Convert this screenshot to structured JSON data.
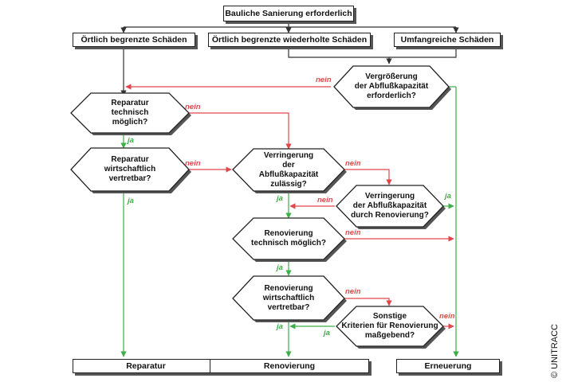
{
  "top": "Bauliche Sanierung erforderlich",
  "categories": [
    "Örtlich begrenzte Schäden",
    "Örtlich begrenzte wiederholte Schäden",
    "Umfangreiche Schäden"
  ],
  "decisions": {
    "vergroesserung": "Vergrößerung\nder Abflußkapazität\nerforderlich?",
    "rep_tech": "Reparatur\ntechnisch\nmöglich?",
    "rep_wirt": "Reparatur\nwirtschaftlich\nvertretbar?",
    "verr_zul": "Verringerung\nder\nAbflußkapazität\nzulässig?",
    "verr_renov": "Verringerung\nder Abflußkapazität\ndurch Renovierung?",
    "renov_tech": "Renovierung\ntechnisch möglich?",
    "renov_wirt": "Renovierung\nwirtschaftlich\nvertretbar?",
    "sonstige": "Sonstige\nKriterien für Renovierung\nmaßgebend?"
  },
  "outcomes": [
    "Reparatur",
    "Renovierung",
    "Erneuerung"
  ],
  "labels": {
    "nein": "nein",
    "ja": "ja"
  },
  "copyright": "© UNITRACC",
  "colors": {
    "nein": "#e0484c",
    "ja": "#3fae48",
    "line": "#333333",
    "shadow": "#555555"
  }
}
